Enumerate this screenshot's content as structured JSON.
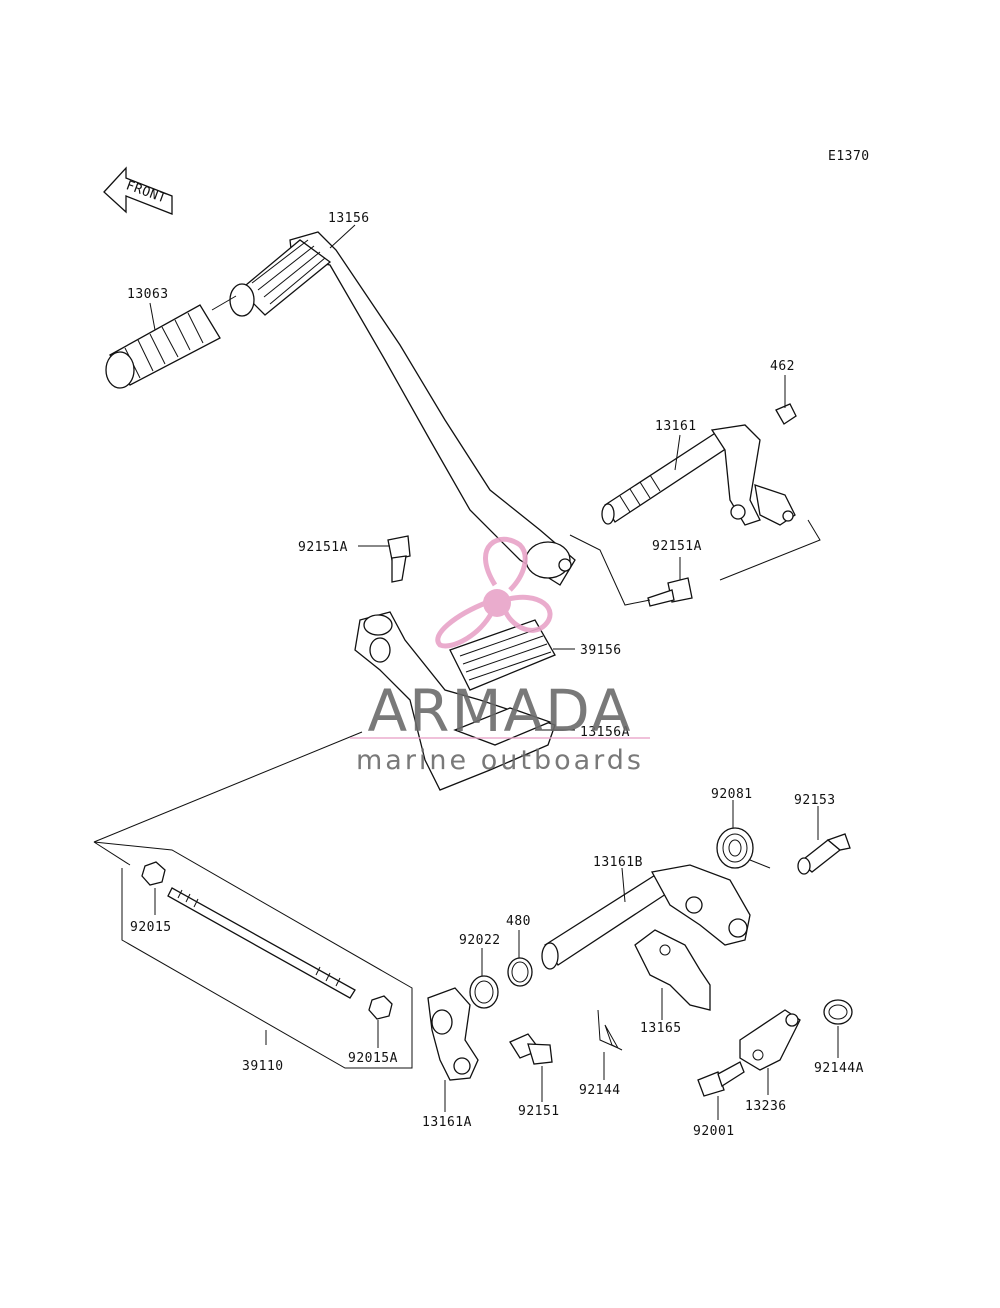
{
  "diagram_code": "E1370",
  "front_marker": "FRONT",
  "parts": {
    "p13156": "13156",
    "p13063": "13063",
    "p462": "462",
    "p13161": "13161",
    "p92151A_left": "92151A",
    "p92151A_right": "92151A",
    "p39156": "39156",
    "p13156A": "13156A",
    "p92081": "92081",
    "p92153": "92153",
    "p13161B": "13161B",
    "p480": "480",
    "p92022": "92022",
    "p92015": "92015",
    "p13165": "13165",
    "p92144": "92144",
    "p92144A": "92144A",
    "p13236": "13236",
    "p39110": "39110",
    "p92015A": "92015A",
    "p13161A": "13161A",
    "p92151": "92151",
    "p92001": "92001"
  },
  "watermark": {
    "brand": "ARMADA",
    "tagline": "marine outboards",
    "brand_color": "#6b6b6b",
    "accent_color": "#e8a4c8"
  }
}
